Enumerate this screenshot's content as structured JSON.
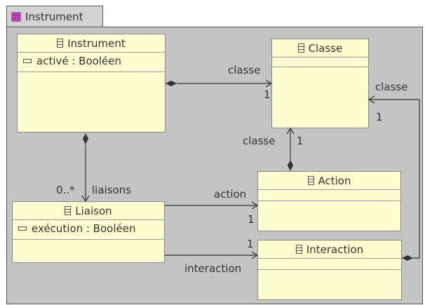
{
  "diagram": {
    "package_name": "Instrument",
    "classes": {
      "instrument": {
        "name": "Instrument",
        "attribute": "activé : Booléen"
      },
      "classe": {
        "name": "Classe"
      },
      "action": {
        "name": "Action"
      },
      "liaison": {
        "name": "Liaison",
        "attribute": "exécution : Booléen"
      },
      "interaction": {
        "name": "Interaction"
      }
    },
    "labels": {
      "instrument_classe_role": "classe",
      "instrument_classe_mult": "1",
      "interaction_classe_role": "classe",
      "interaction_classe_mult": "1",
      "action_classe_role": "classe",
      "action_classe_mult": "1",
      "liaisons_mult": "0..*",
      "liaisons_role": "liaisons",
      "action_role": "action",
      "action_mult": "1",
      "interaction_mult": "1",
      "interaction_role": "interaction"
    }
  }
}
